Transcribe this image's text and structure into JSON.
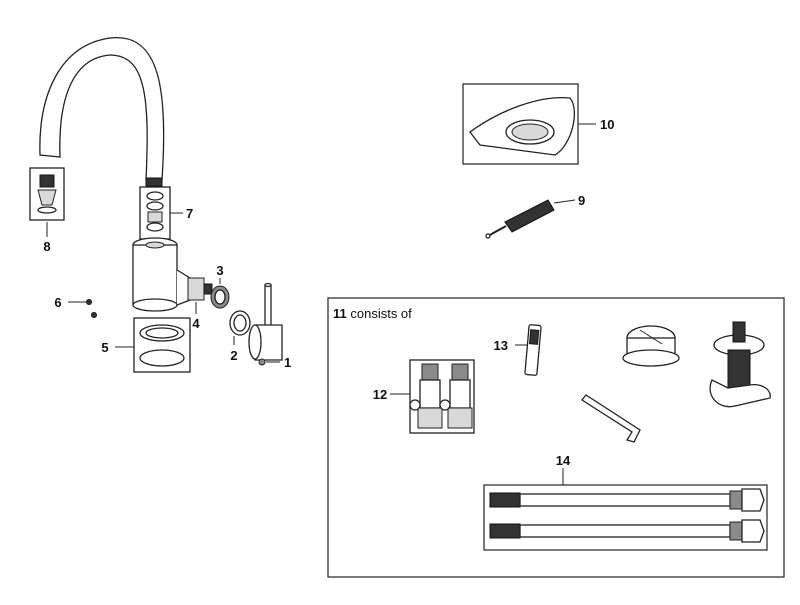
{
  "diagram": {
    "labels": {
      "p1": "1",
      "p2": "2",
      "p3": "3",
      "p4": "4",
      "p5": "5",
      "p6": "6",
      "p7": "7",
      "p8": "8",
      "p9": "9",
      "p10": "10",
      "p12": "12",
      "p13": "13",
      "p14": "14"
    },
    "kit": {
      "number": "11",
      "caption": " consists of"
    }
  }
}
